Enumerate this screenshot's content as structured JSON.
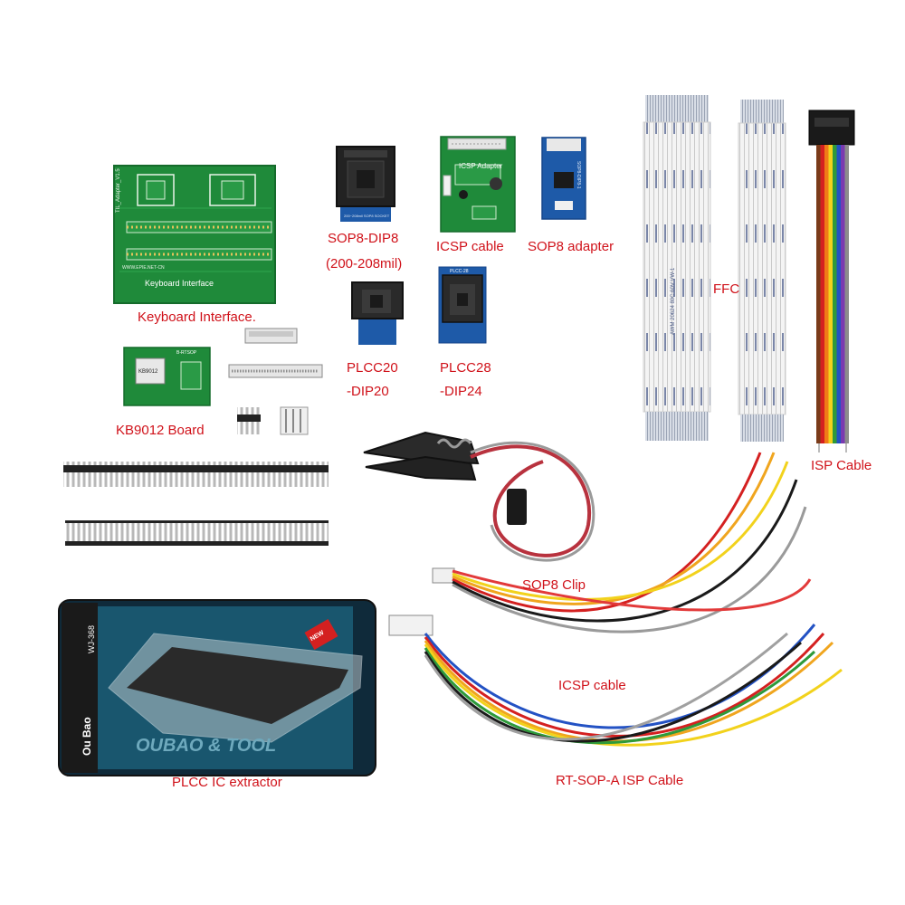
{
  "labels": {
    "keyboard_interface": "Keyboard Interface.",
    "sop8_dip8": "SOP8-DIP8",
    "sop8_dip8_size": "(200-208mil)",
    "icsp_cable_top": "ICSP cable",
    "sop8_adapter": "SOP8 adapter",
    "plcc20_a": "PLCC20",
    "plcc20_b": "-DIP20",
    "plcc28_a": "PLCC28",
    "plcc28_b": "-DIP24",
    "kb9012": "KB9012 Board",
    "ffc": "FFC",
    "isp_cable": "ISP Cable",
    "sop8_clip": "SOP8 Clip",
    "icsp_cable_bottom": "ICSP cable",
    "rt_sop_a": "RT-SOP-A ISP Cable",
    "plcc_extractor": "PLCC IC extractor"
  },
  "board_text": {
    "keyboard_board_title": "Keyboard Interface",
    "keyboard_board_adapter": "TIL_Adapter_V1.5",
    "keyboard_board_url": "WWW.EPIE.NET-CN",
    "icsp_board_title": "ICSP Adapter",
    "sop8_socket_text": "200~208mil SOP8 SOCKET",
    "kb9012_chip": "KB9012",
    "kb9012_board_name": "B-RTSOP",
    "sop8_adapter_code": "SOP8-DIP8-1",
    "plcc28_label": "PLCC-28",
    "ffc_pattern": "AWM 20624 80C 60V VW-1",
    "extractor_brand": "OUBAO & TOOL",
    "extractor_side": "Ou Bao",
    "extractor_model": "WJ-368",
    "extractor_new": "NEW"
  },
  "colors": {
    "label_red": "#d0121a",
    "pcb_green": "#1f8a3a",
    "pcb_blue": "#1e5aa8",
    "ribbon": [
      "#7a3b1a",
      "#d42020",
      "#f07a18",
      "#f2d21c",
      "#2e9a3a",
      "#2352c4",
      "#7a3ab0",
      "#8c8c8c"
    ]
  }
}
